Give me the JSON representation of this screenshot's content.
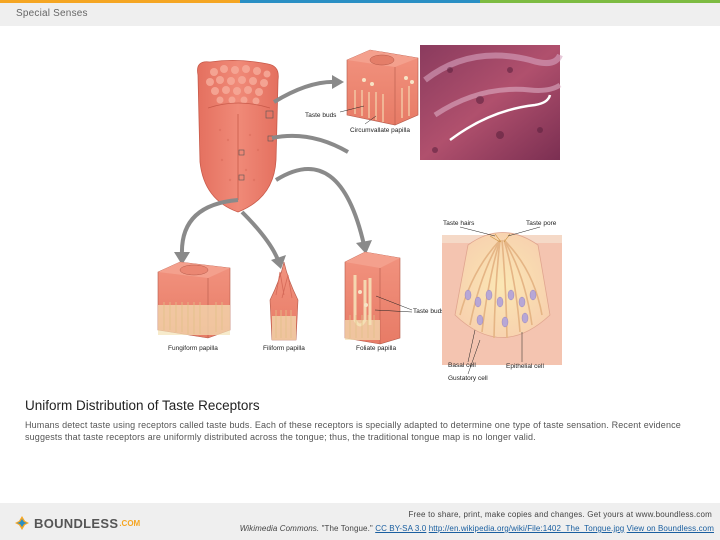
{
  "header": {
    "section_title": "Special Senses"
  },
  "figure": {
    "labels": {
      "taste_buds_top": "Taste buds",
      "circumvallate": "Circumvallate papilla",
      "taste_hairs": "Taste hairs",
      "taste_pore": "Taste pore",
      "taste_buds_mid": "Taste buds",
      "fungiform": "Fungiform papilla",
      "filiform": "Filiform papilla",
      "foliate": "Foliate papilla",
      "basal_cell": "Basal cell",
      "gustatory_cell": "Gustatory cell",
      "epithelial_cell": "Epithelial cell"
    }
  },
  "caption": {
    "title": "Uniform Distribution of Taste Receptors",
    "body": "Humans detect taste using receptors called taste buds. Each of these receptors is specially adapted to determine one type of taste sensation. Recent evidence suggests that taste receptors are uniformly distributed across the tongue; thus, the traditional tongue map is no longer valid."
  },
  "footer": {
    "logo_text": "BOUNDLESS",
    "logo_suffix": ".COM",
    "share_text": "Free to share, print, make copies and changes. Get yours at www.boundless.com",
    "source_name": "Wikimedia Commons.",
    "source_title": "\"The Tongue.\"",
    "license": "CC BY-SA 3.0",
    "url": "http://en.wikipedia.org/wiki/File:1402_The_Tongue.jpg",
    "view_link": "View on Boundless.com"
  },
  "colors": {
    "stripe_orange": "#f5a623",
    "stripe_blue": "#2a8fc4",
    "stripe_green": "#7dbb42",
    "tongue": "#ea7e6c",
    "link": "#1a5fa0"
  }
}
